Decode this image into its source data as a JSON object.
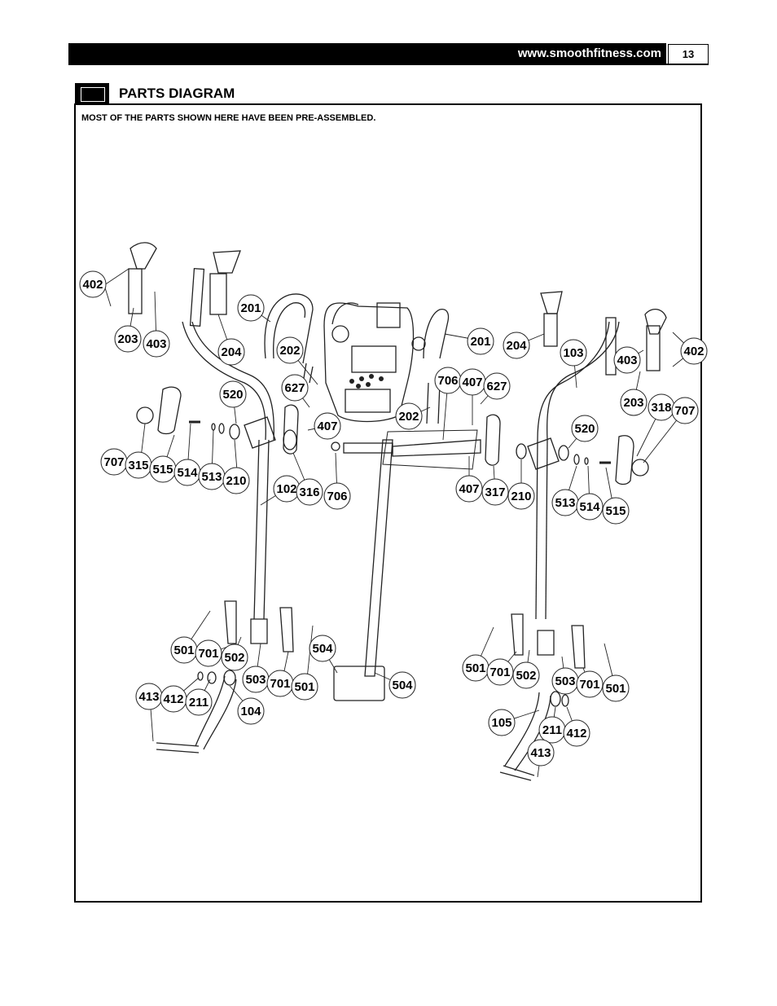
{
  "header": {
    "url": "www.smoothfitness.com",
    "page_number": "13"
  },
  "section": {
    "title": "PARTS DIAGRAM"
  },
  "note": "MOST OF THE PARTS SHOWN HERE HAVE BEEN PRE-ASSEMBLED.",
  "callouts": [
    "402",
    "203",
    "403",
    "204",
    "201",
    "202",
    "627",
    "520",
    "707",
    "315",
    "515",
    "514",
    "513",
    "210",
    "407",
    "102",
    "316",
    "706",
    "202",
    "706",
    "407",
    "627",
    "201",
    "204",
    "103",
    "403",
    "402",
    "203",
    "318",
    "707",
    "520",
    "407",
    "317",
    "210",
    "513",
    "514",
    "515",
    "501",
    "701",
    "502",
    "503",
    "701",
    "501",
    "413",
    "412",
    "211",
    "104",
    "504",
    "504",
    "501",
    "701",
    "502",
    "503",
    "701",
    "501",
    "105",
    "211",
    "412",
    "413"
  ]
}
